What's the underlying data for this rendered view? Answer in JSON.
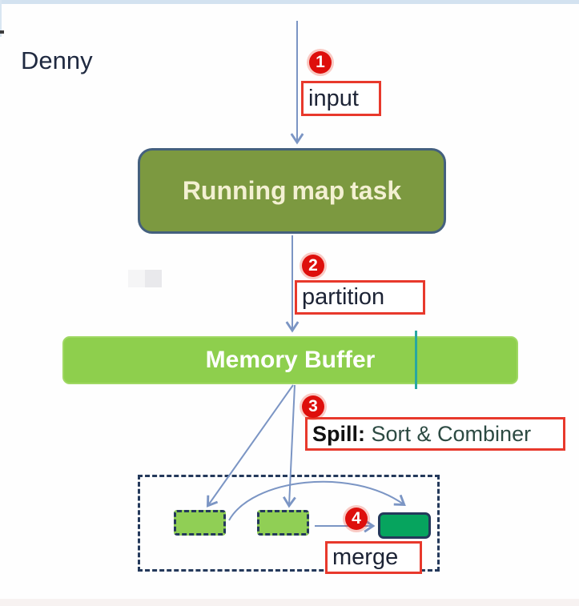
{
  "annotation": {
    "author_label": "Denny"
  },
  "flow": {
    "map_task": {
      "label": "Running map task"
    },
    "memory_buffer": {
      "label": "Memory Buffer"
    },
    "steps": [
      {
        "num": "1",
        "label": "input"
      },
      {
        "num": "2",
        "label": "partition"
      },
      {
        "num": "3",
        "label_prefix": "Spill:",
        "label_main": " Sort & Combiner"
      },
      {
        "num": "4",
        "label": "merge"
      }
    ]
  },
  "colors": {
    "badge_red": "#de0f0c",
    "label_border_red": "#e8392c",
    "map_task_fill": "#7c9940",
    "map_task_border": "#44607e",
    "map_task_text": "#f3f0d2",
    "buffer_fill": "#8ecf4d",
    "buffer_text": "#ffffff",
    "teal_marker": "#28a7a1",
    "dashed_navy": "#24395b",
    "spill_chunk_fill": "#90cf55",
    "merged_chunk_fill": "#06a45e",
    "arrow_blue": "#7b95c4",
    "spill_text_accent": "#2c4a42"
  }
}
